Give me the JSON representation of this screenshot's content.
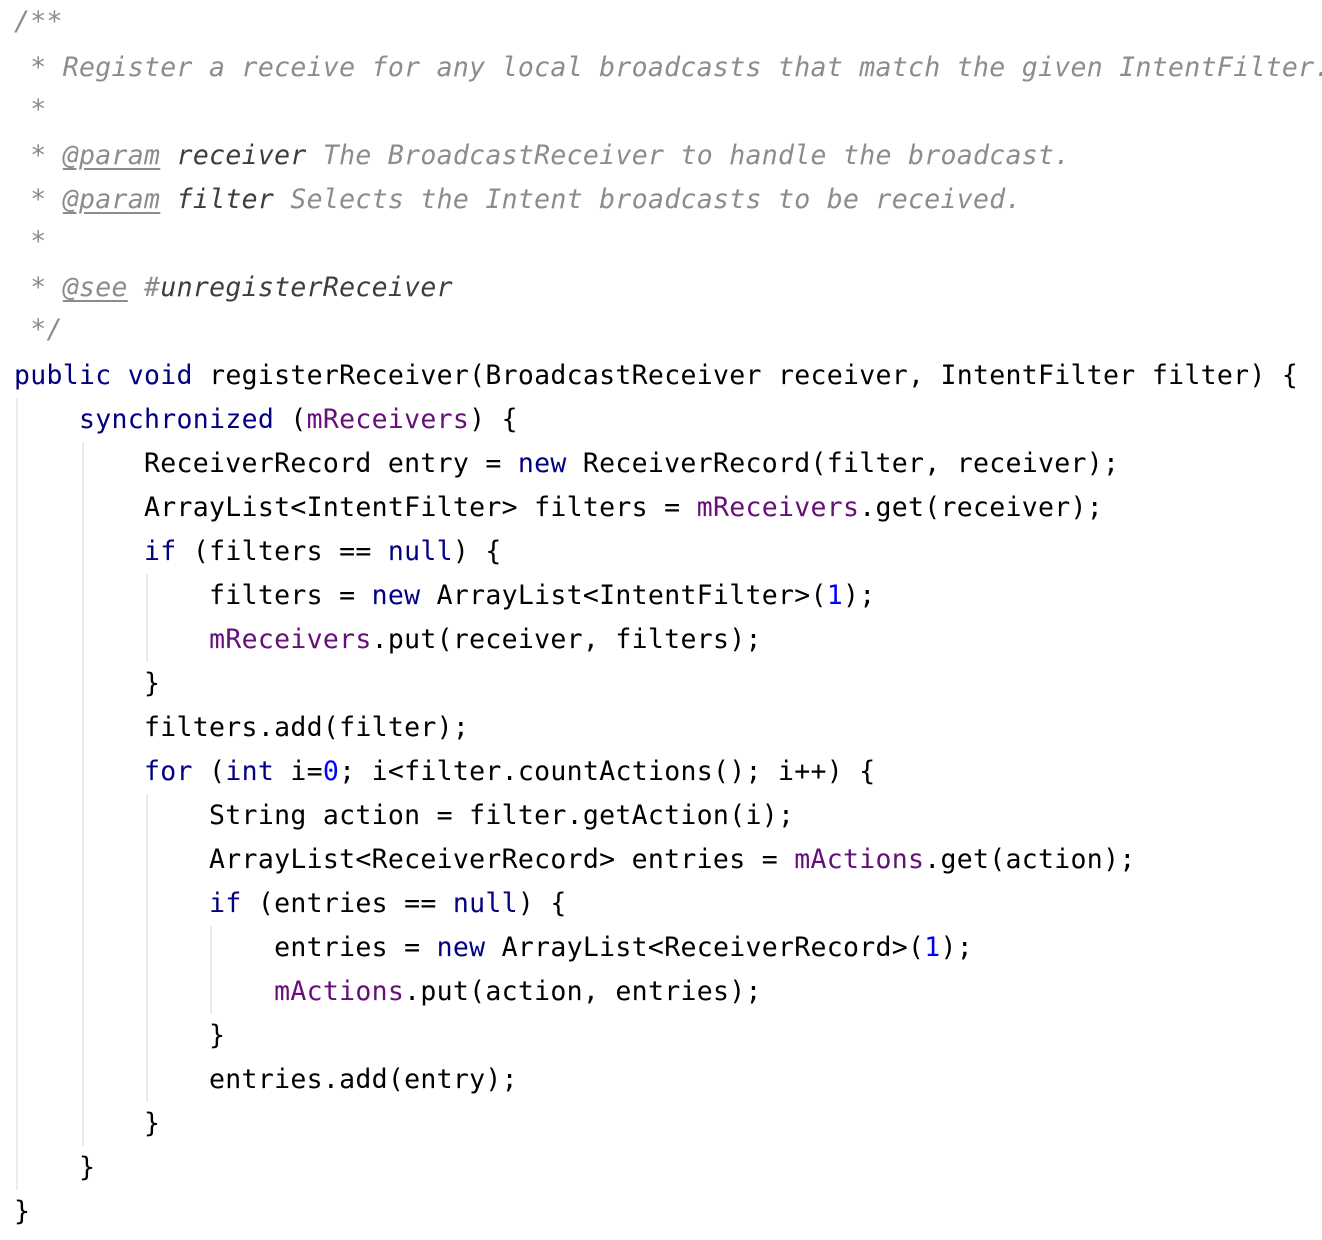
{
  "code": {
    "lines": [
      [
        {
          "t": "/**",
          "c": "doc"
        }
      ],
      [
        {
          "t": " * Register a receive for any local broadcasts that match the given IntentFilter.",
          "c": "doc"
        }
      ],
      [
        {
          "t": " *",
          "c": "doc"
        }
      ],
      [
        {
          "t": " * ",
          "c": "doc"
        },
        {
          "t": "@param",
          "c": "tag"
        },
        {
          "t": " ",
          "c": "doc"
        },
        {
          "t": "receiver",
          "c": "pname"
        },
        {
          "t": " The BroadcastReceiver to handle the broadcast.",
          "c": "doc"
        }
      ],
      [
        {
          "t": " * ",
          "c": "doc"
        },
        {
          "t": "@param",
          "c": "tag"
        },
        {
          "t": " ",
          "c": "doc"
        },
        {
          "t": "filter",
          "c": "pname"
        },
        {
          "t": " Selects the Intent broadcasts to be received.",
          "c": "doc"
        }
      ],
      [
        {
          "t": " *",
          "c": "doc"
        }
      ],
      [
        {
          "t": " * ",
          "c": "doc"
        },
        {
          "t": "@see",
          "c": "tag"
        },
        {
          "t": " #",
          "c": "doc"
        },
        {
          "t": "unregisterReceiver",
          "c": "pname"
        }
      ],
      [
        {
          "t": " */",
          "c": "doc"
        }
      ],
      [
        {
          "t": "public void",
          "c": "kw"
        },
        {
          "t": " registerReceiver(BroadcastReceiver receiver, IntentFilter filter) {",
          "c": "plain"
        }
      ],
      [
        {
          "t": "    ",
          "c": "plain"
        },
        {
          "t": "synchronized",
          "c": "kw"
        },
        {
          "t": " (",
          "c": "plain"
        },
        {
          "t": "mReceivers",
          "c": "field"
        },
        {
          "t": ") {",
          "c": "plain"
        }
      ],
      [
        {
          "t": "        ReceiverRecord entry = ",
          "c": "plain"
        },
        {
          "t": "new",
          "c": "kw"
        },
        {
          "t": " ReceiverRecord(filter, receiver);",
          "c": "plain"
        }
      ],
      [
        {
          "t": "        ArrayList<IntentFilter> filters = ",
          "c": "plain"
        },
        {
          "t": "mReceivers",
          "c": "field"
        },
        {
          "t": ".get(receiver);",
          "c": "plain"
        }
      ],
      [
        {
          "t": "        ",
          "c": "plain"
        },
        {
          "t": "if",
          "c": "kw"
        },
        {
          "t": " (filters == ",
          "c": "plain"
        },
        {
          "t": "null",
          "c": "kw"
        },
        {
          "t": ") {",
          "c": "plain"
        }
      ],
      [
        {
          "t": "            filters = ",
          "c": "plain"
        },
        {
          "t": "new",
          "c": "kw"
        },
        {
          "t": " ArrayList<IntentFilter>(",
          "c": "plain"
        },
        {
          "t": "1",
          "c": "num"
        },
        {
          "t": ");",
          "c": "plain"
        }
      ],
      [
        {
          "t": "            ",
          "c": "plain"
        },
        {
          "t": "mReceivers",
          "c": "field"
        },
        {
          "t": ".put(receiver, filters);",
          "c": "plain"
        }
      ],
      [
        {
          "t": "        }",
          "c": "plain"
        }
      ],
      [
        {
          "t": "        filters.add(filter);",
          "c": "plain"
        }
      ],
      [
        {
          "t": "        ",
          "c": "plain"
        },
        {
          "t": "for",
          "c": "kw"
        },
        {
          "t": " (",
          "c": "plain"
        },
        {
          "t": "int",
          "c": "kw"
        },
        {
          "t": " i=",
          "c": "plain"
        },
        {
          "t": "0",
          "c": "num"
        },
        {
          "t": "; i<filter.countActions(); i++) {",
          "c": "plain"
        }
      ],
      [
        {
          "t": "            String action = filter.getAction(i);",
          "c": "plain"
        }
      ],
      [
        {
          "t": "            ArrayList<ReceiverRecord> entries = ",
          "c": "plain"
        },
        {
          "t": "mActions",
          "c": "field"
        },
        {
          "t": ".get(action);",
          "c": "plain"
        }
      ],
      [
        {
          "t": "            ",
          "c": "plain"
        },
        {
          "t": "if",
          "c": "kw"
        },
        {
          "t": " (entries == ",
          "c": "plain"
        },
        {
          "t": "null",
          "c": "kw"
        },
        {
          "t": ") {",
          "c": "plain"
        }
      ],
      [
        {
          "t": "                entries = ",
          "c": "plain"
        },
        {
          "t": "new",
          "c": "kw"
        },
        {
          "t": " ArrayList<ReceiverRecord>(",
          "c": "plain"
        },
        {
          "t": "1",
          "c": "num"
        },
        {
          "t": ");",
          "c": "plain"
        }
      ],
      [
        {
          "t": "                ",
          "c": "plain"
        },
        {
          "t": "mActions",
          "c": "field"
        },
        {
          "t": ".put(action, entries);",
          "c": "plain"
        }
      ],
      [
        {
          "t": "            }",
          "c": "plain"
        }
      ],
      [
        {
          "t": "            entries.add(entry);",
          "c": "plain"
        }
      ],
      [
        {
          "t": "        }",
          "c": "plain"
        }
      ],
      [
        {
          "t": "    }",
          "c": "plain"
        }
      ],
      [
        {
          "t": "}",
          "c": "plain"
        }
      ]
    ]
  },
  "colors": {
    "keyword": "#000080",
    "field": "#660e7a",
    "number": "#0000ff",
    "doc_comment": "#8c8c8c",
    "doc_param_name": "#3d3d3d",
    "text": "#000000",
    "indent_guide": "#ececec",
    "background": "#ffffff"
  }
}
